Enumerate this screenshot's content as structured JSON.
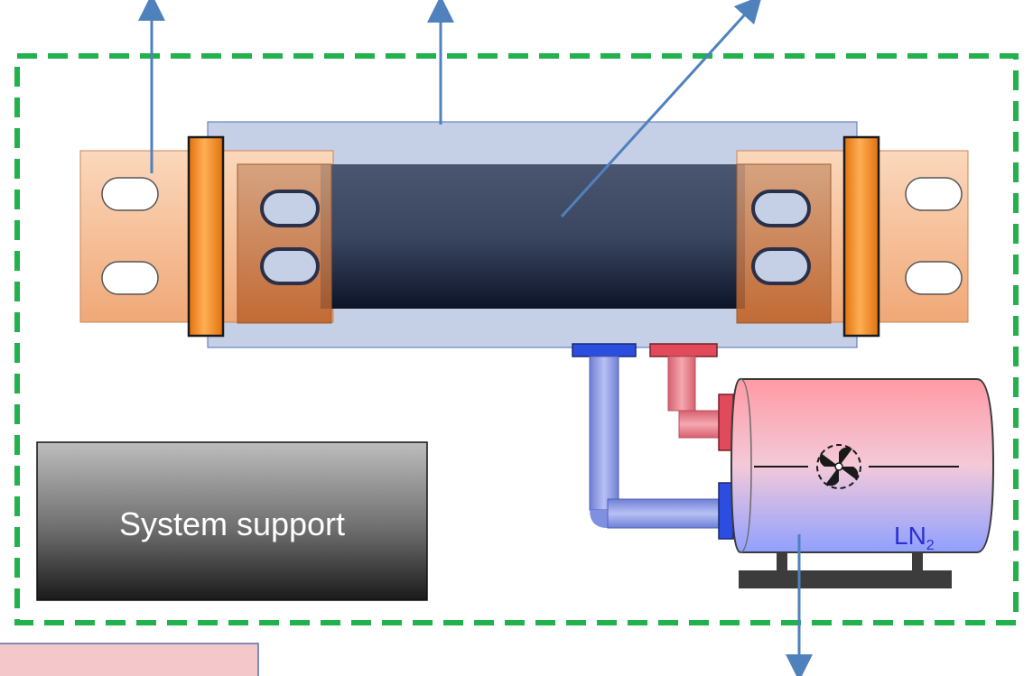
{
  "system_support": {
    "label": "System support"
  },
  "cryocooler": {
    "label": "LN",
    "label_subscript": "2"
  },
  "colors": {
    "enclosure_border": "#22b14c",
    "arrow": "#4f81bd",
    "copper_terminal": "#f7c59f",
    "clamp": "#f5821f",
    "cryostat_shell": "#c5d0e6",
    "cable_core": "#2c3a55",
    "cold_pipe": "#7f8fe0",
    "hot_pipe": "#e87a85",
    "support_box_top": "#b5b5b5",
    "support_box_bottom": "#202020",
    "pink_box": "#f4c7cb"
  },
  "icons": {
    "fan": "fan-icon"
  }
}
